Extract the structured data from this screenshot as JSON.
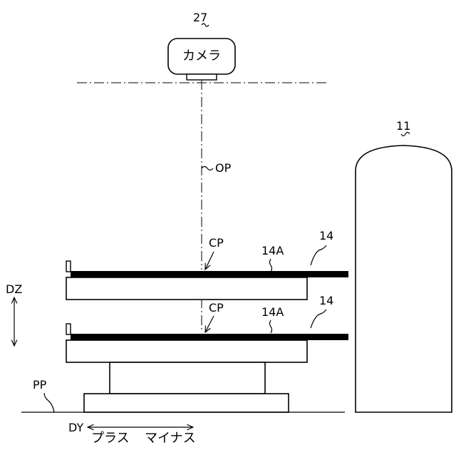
{
  "figure": {
    "camera": {
      "ref": "27",
      "label": "カメラ"
    },
    "column": {
      "ref": "11"
    },
    "optical_axis": {
      "label": "OP"
    },
    "upper_table": {
      "ref": "14",
      "surface_ref": "14A",
      "point": "CP"
    },
    "lower_table": {
      "ref": "14",
      "surface_ref": "14A",
      "point": "CP"
    },
    "vertical_axis": {
      "label": "DZ"
    },
    "floor": {
      "label": "PP"
    },
    "horizontal_axis": {
      "label": "DY",
      "plus": "プラス",
      "minus": "マイナス"
    }
  }
}
